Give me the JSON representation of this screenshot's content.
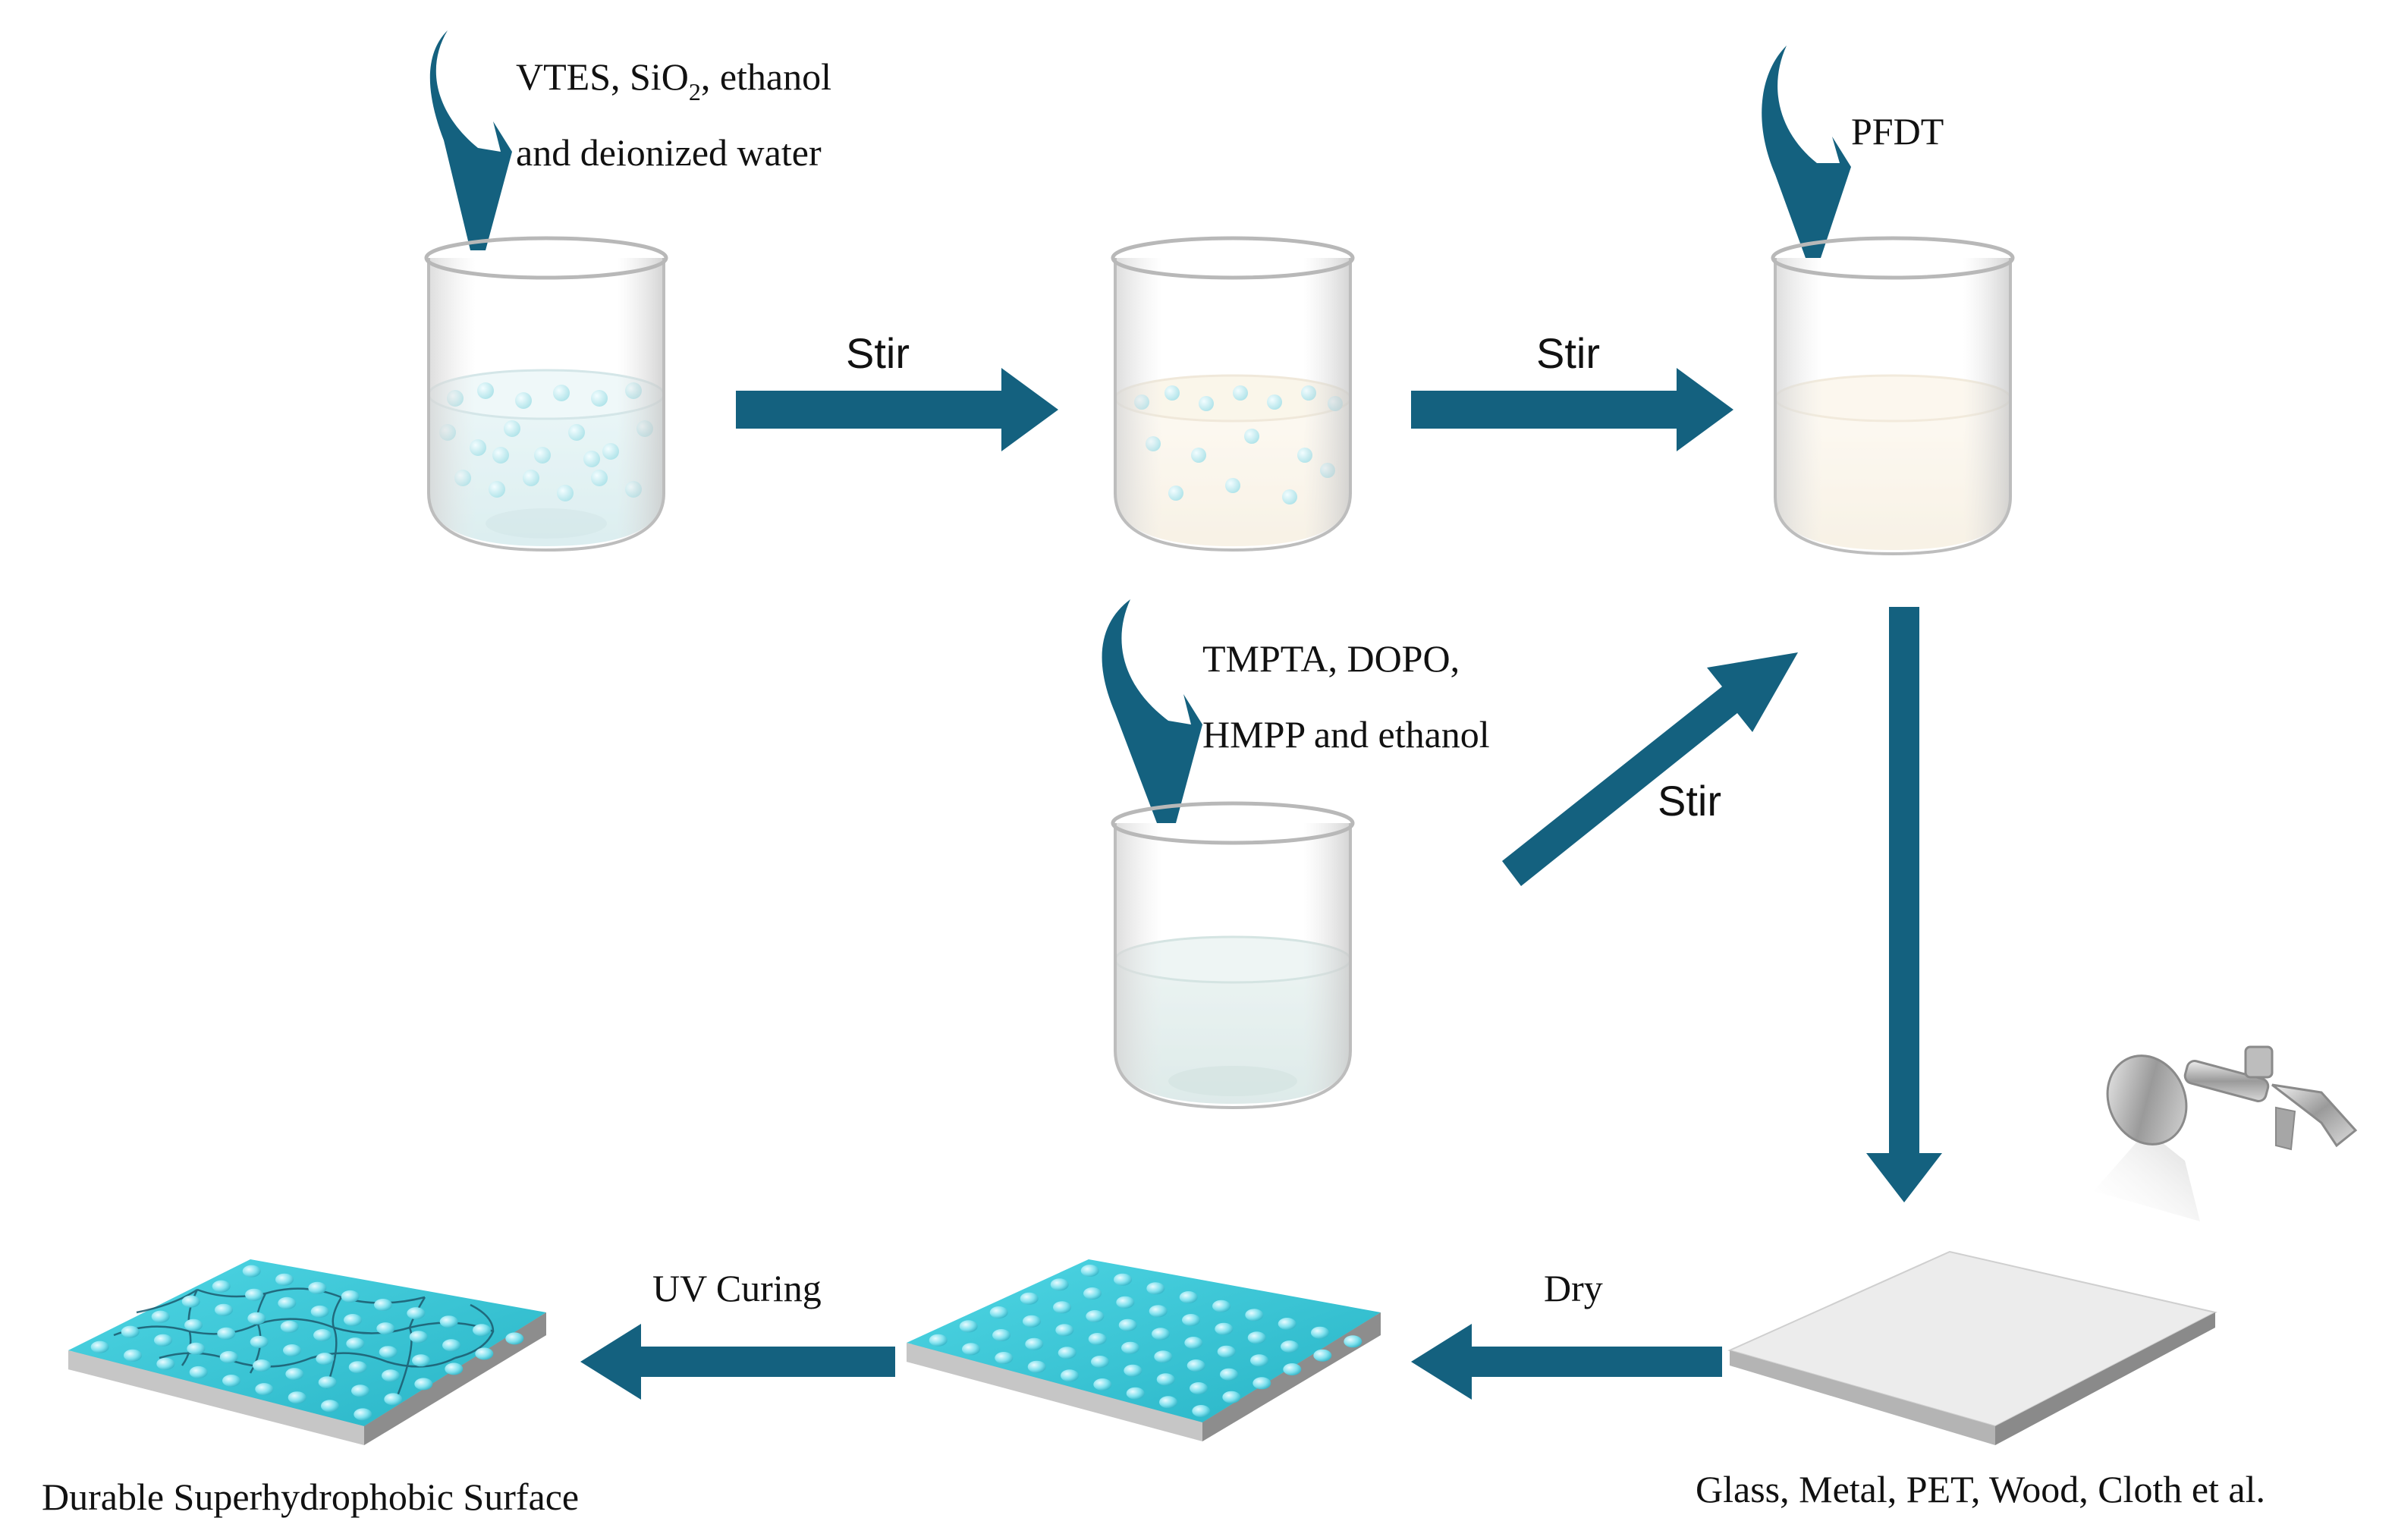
{
  "labels": {
    "inputs_1_line1": "VTES, SiO",
    "inputs_1_sub": "2",
    "inputs_1_line1_tail": ", ethanol",
    "inputs_1_line2": "and deionized water",
    "stir_1": "Stir",
    "stir_2": "Stir",
    "stir_3": "Stir",
    "pfdt": "PFDT",
    "inputs_2_line1": "TMPTA,  DOPO,",
    "inputs_2_line2": "HMPP and ethanol",
    "uv_curing": "UV Curing",
    "dry": "Dry",
    "result": "Durable Superhydrophobic Surface",
    "substrates": "Glass, Metal, PET, Wood, Cloth et al."
  },
  "colors": {
    "arrow": "#14617f",
    "liquid_blue": "#cfe8ea",
    "liquid_cream": "#f7efdf",
    "particle": "#7fd3dc",
    "coating": "#3fc9d8",
    "glass": "#bfbfbf",
    "substrate_top": "#e6e6e6",
    "substrate_side": "#9a9a9a"
  }
}
